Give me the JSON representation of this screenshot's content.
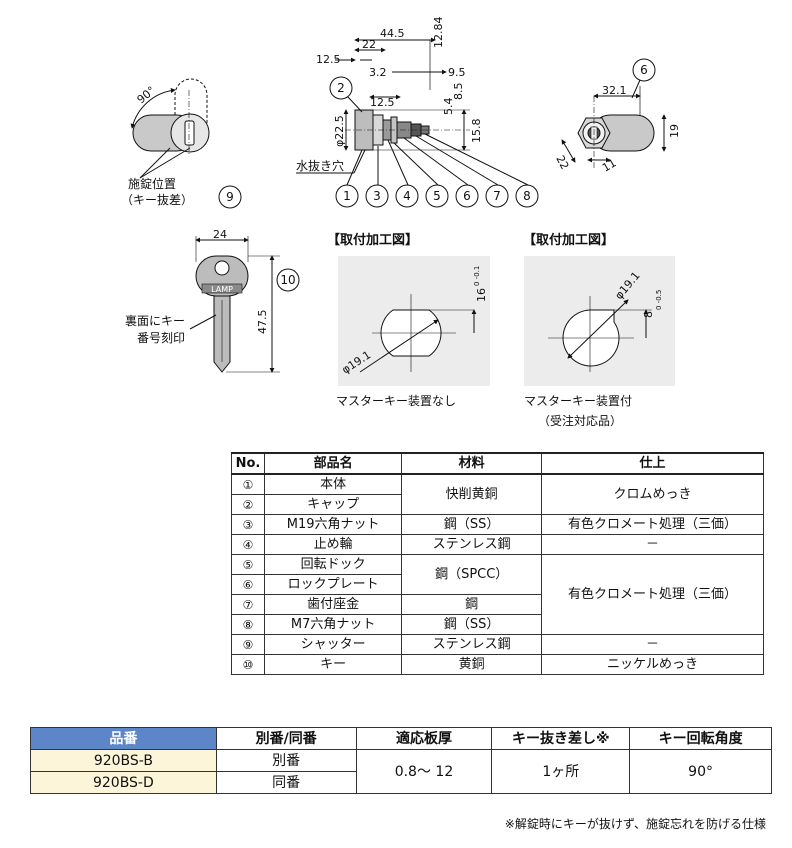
{
  "drawing": {
    "side_view": {
      "rotation": "90°",
      "lock_position": "施錠位置",
      "key_remove": "（キー抜差）",
      "callout": "9"
    },
    "front_view": {
      "dim_44_5": "44.5",
      "dim_22": "22",
      "dim_12_84": "12.84",
      "dim_12_5_top": "12.5",
      "dim_3_2": "3.2",
      "dim_9_5": "9.5",
      "dim_8_5": "8.5",
      "dim_12_5": "12.5",
      "dim_5_4": "5.4",
      "dim_phi22_5": "φ22.5",
      "dim_15_8": "15.8",
      "drain_hole": "水抜き穴",
      "callout_2": "2",
      "parts_callouts": [
        "1",
        "3",
        "4",
        "5",
        "6",
        "7",
        "8"
      ]
    },
    "end_view": {
      "dim_32_1": "32.1",
      "dim_19": "19",
      "dim_22": "22",
      "dim_11": "11",
      "callout": "6"
    },
    "key_view": {
      "dim_24": "24",
      "dim_47_5": "47.5",
      "engrave_1": "裏面にキー",
      "engrave_2": "番号刻印",
      "brand": "LAMP",
      "callout": "10"
    },
    "mount_a": {
      "title": "【取付加工図】",
      "dim_16": "16",
      "tol_16": "0\n-0.1",
      "dim_phi": "φ19.1",
      "caption": "マスターキー装置なし"
    },
    "mount_b": {
      "title": "【取付加工図】",
      "dim_phi": "φ19.1",
      "dim_8": "8",
      "caption": "マスターキー装置付",
      "caption2": "（受注対応品）"
    }
  },
  "parts_table": {
    "headers": [
      "No.",
      "部品名",
      "材料",
      "仕上"
    ],
    "rows": [
      {
        "no": "①",
        "name": "本体"
      },
      {
        "no": "②",
        "name": "キャップ"
      },
      {
        "no": "③",
        "name": "M19六角ナット"
      },
      {
        "no": "④",
        "name": "止め輪"
      },
      {
        "no": "⑤",
        "name": "回転ドック"
      },
      {
        "no": "⑥",
        "name": "ロックプレート"
      },
      {
        "no": "⑦",
        "name": "歯付座金"
      },
      {
        "no": "⑧",
        "name": "M7六角ナット"
      },
      {
        "no": "⑨",
        "name": "シャッター"
      },
      {
        "no": "⑩",
        "name": "キー"
      }
    ],
    "materials": {
      "m12": "快削黄銅",
      "m3": "鋼（SS）",
      "m4": "ステンレス鋼",
      "m56": "鋼（SPCC）",
      "m7": "鋼",
      "m8": "鋼（SS）",
      "m9": "ステンレス鋼",
      "m10": "黄銅"
    },
    "finishes": {
      "f12": "クロムめっき",
      "f3": "有色クロメート処理（三価）",
      "f4": "－",
      "f5to8": "有色クロメート処理（三価）",
      "f9": "－",
      "f10": "ニッケルめっき"
    }
  },
  "spec_table": {
    "headers": [
      "品番",
      "別番/同番",
      "適応板厚",
      "キー抜き差し※",
      "キー回転角度"
    ],
    "rows": [
      {
        "part": "920BS-B",
        "key": "別番"
      },
      {
        "part": "920BS-D",
        "key": "同番"
      }
    ],
    "thickness": "0.8～ 12",
    "key_remove": "1ヶ所",
    "angle": "90°"
  },
  "note": "※解錠時にキーが抜けず、施錠忘れを防げる仕様",
  "colors": {
    "header_blue": "#5d86c8",
    "row_yellow": "#fdf5d9",
    "panel_gray": "#ececec"
  }
}
